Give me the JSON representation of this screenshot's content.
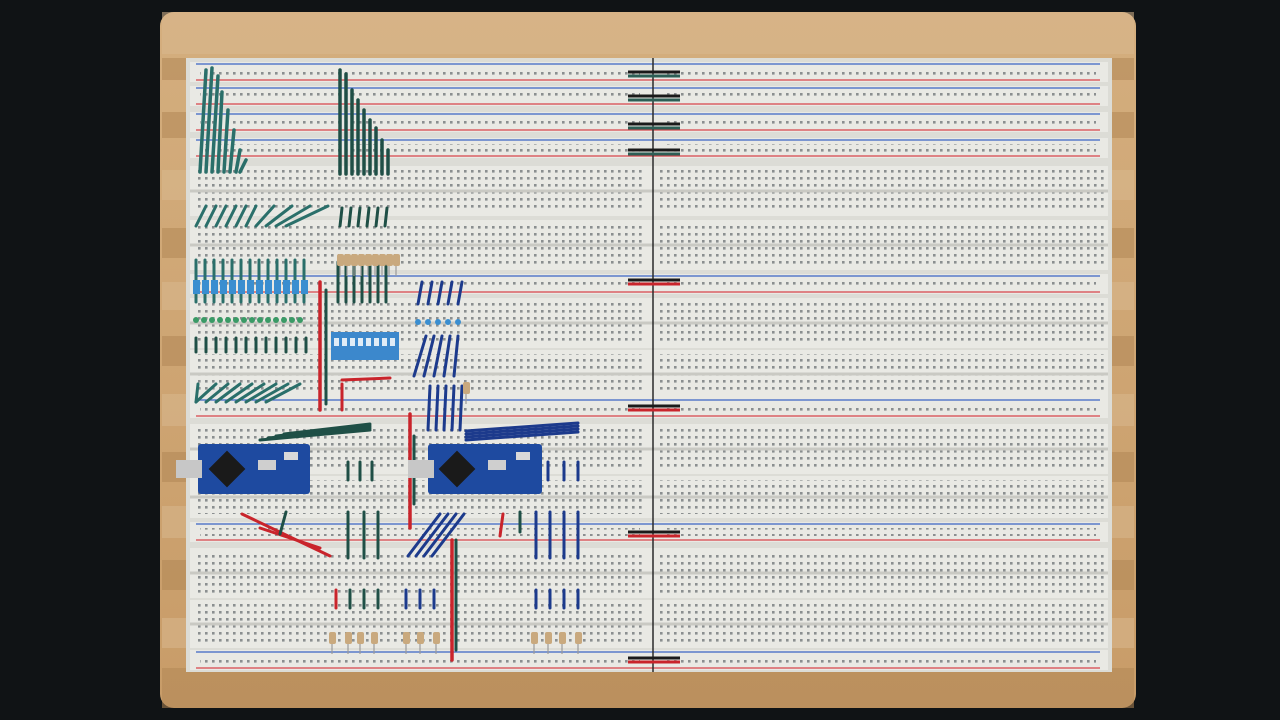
{
  "scene": {
    "subject": "breadboard-array",
    "colors": {
      "background": "#101315",
      "wood_light": "#d9b88e",
      "wood_dark": "#b08656",
      "board": "#e9e9e4",
      "hole": "#8b8f90",
      "rail_red": "#d8464a",
      "rail_blue": "#3b64c4",
      "wire_dark_green": "#1f4f46",
      "wire_teal": "#2a6f6a",
      "wire_blue": "#1c3a8c",
      "wire_red": "#c9242b",
      "wire_black": "#1a1a1a",
      "resistor_tan": "#c9a97e",
      "resistor_blue": "#3a8ed0",
      "pcb_blue": "#1e4aa0",
      "dip_switch": "#3c88cc"
    },
    "components": {
      "microcontroller_boards": 2,
      "dip_switches": 1
    }
  }
}
